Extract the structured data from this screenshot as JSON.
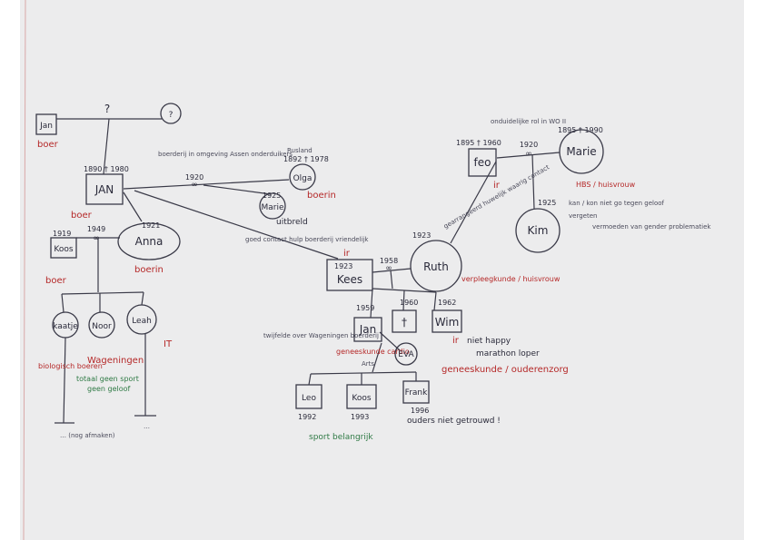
{
  "colors": {
    "background": "#ffffff",
    "paper": "#ececed",
    "pen": "#3a3a48",
    "red": "#b52828",
    "green": "#2f7a45"
  },
  "unknown": {
    "mark": "?",
    "circle": "?"
  },
  "persons": {
    "jan_sr": {
      "name": "Jan",
      "role": "boer"
    },
    "jan": {
      "name": "JAN",
      "years": "1890 † 1980",
      "role": "boer"
    },
    "olga": {
      "name": "Olga",
      "origin": "Rusland",
      "years": "1892 † 1978",
      "role": "boerin"
    },
    "marie_left": {
      "name": "Marie",
      "year": "1925",
      "note": "uitbreld"
    },
    "koos_sr": {
      "name": "Koos",
      "year": "1919",
      "role": "boer"
    },
    "anna": {
      "name": "Anna",
      "year": "1921",
      "role": "boerin"
    },
    "kaatje": {
      "name": "kaatje",
      "role": "biologisch boeren"
    },
    "noor": {
      "name": "Noor",
      "role": "Wageningen"
    },
    "leah": {
      "name": "Leah",
      "role": "IT"
    },
    "kees": {
      "name": "Kees",
      "year": "1923",
      "role": "ir"
    },
    "ruth": {
      "name": "Ruth",
      "year": "1923",
      "role": "verpleegkunde / huisvrouw"
    },
    "cross": {
      "name": "†",
      "year": "1960"
    },
    "jan_jr": {
      "name": "Jan",
      "year": "1959",
      "role": "geneeskunde cardio"
    },
    "wim": {
      "name": "Wim",
      "year": "1962",
      "role": "ir",
      "note": "niet happy"
    },
    "eva": {
      "name": "EVA",
      "prefix": "Arts",
      "role": "geneeskunde / ouderenzorg"
    },
    "leo": {
      "name": "Leo",
      "year": "1992"
    },
    "koos_jr": {
      "name": "Koos",
      "year": "1993"
    },
    "frank": {
      "name": "Frank",
      "year": "1996"
    },
    "feo": {
      "name": "feo",
      "years": "1895 † 1960",
      "role": "ir"
    },
    "marie_right": {
      "name": "Marie",
      "years": "1895 † 1990",
      "role": "HBS / huisvrouw"
    },
    "kim": {
      "name": "Kim",
      "year": "1925"
    }
  },
  "marriages": {
    "jan_olga": "1920",
    "koos_anna": "1949",
    "kees_ruth": "1958",
    "feo_marie": "1920"
  },
  "notes": {
    "jan_olga": "boerderij in omgeving Assen onderduikers",
    "kees": "goed contact hulp boerderij vriendelijk",
    "jan_jr": "twijfelde over Wageningen boerderij",
    "kim_line1": "kan / kon niet go tegen geloof",
    "kim_line2": "vergeten",
    "kim_line3": "vermoeden van gender problematiek",
    "ruth_lines": "gearrangeerd huwelijk waarig contact",
    "ww2": "onduidelijke rol in WO II",
    "sports_none": "totaal geen sport",
    "faith_none": "geen geloof",
    "sports_important": "sport belangrijk",
    "marathon": "marathon loper",
    "parents": "ouders niet getrouwd !",
    "remainder": "… (nog afmaken)",
    "dots": "…"
  }
}
